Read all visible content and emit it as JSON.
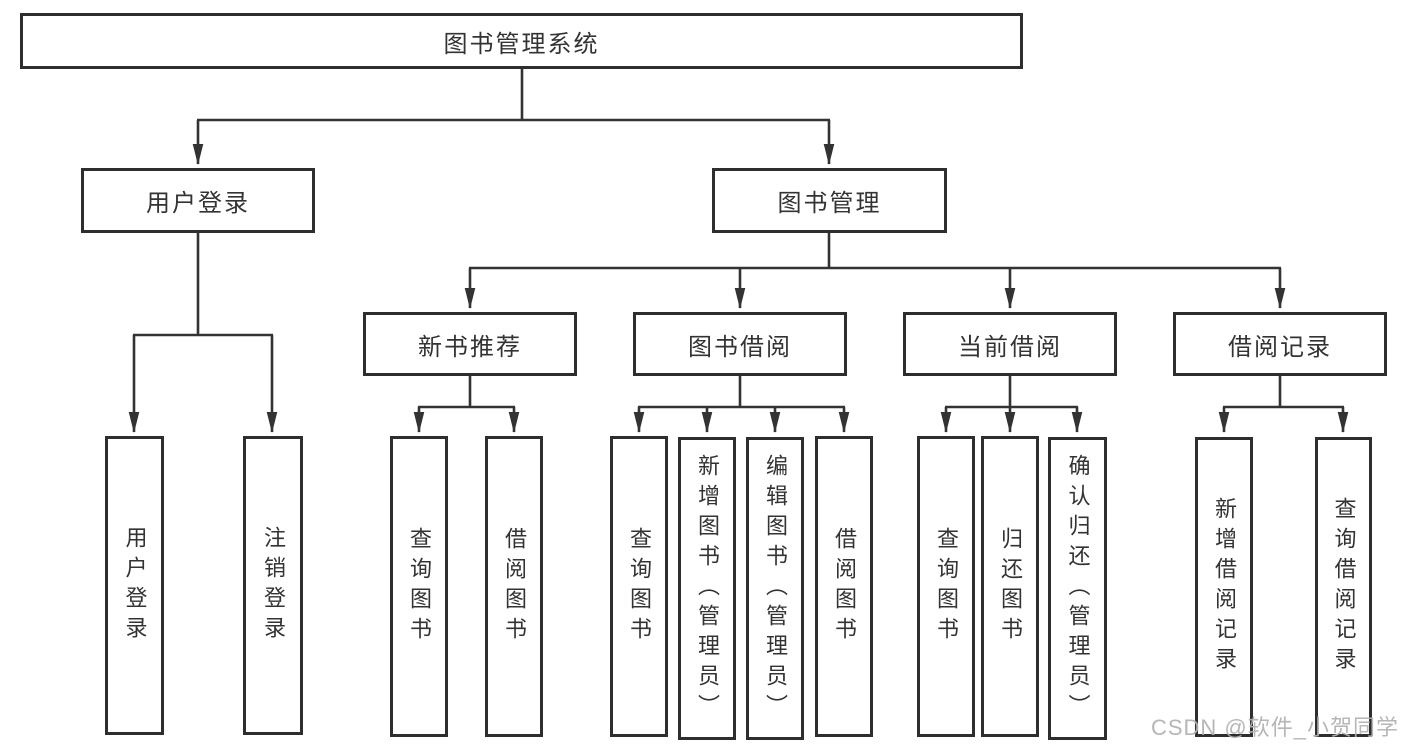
{
  "diagram_title": "图书管理系统",
  "nodes": {
    "root": "图书管理系统",
    "user_login": "用户登录",
    "book_mgmt": "图书管理",
    "user_login_leaf": "用户登录",
    "logout_leaf": "注销登录",
    "new_book_rec": "新书推荐",
    "book_borrow": "图书借阅",
    "current_borrow": "当前借阅",
    "borrow_record": "借阅记录",
    "query_book_rec": "查询图书",
    "borrow_book_rec": "借阅图书",
    "query_book_borrow": "查询图书",
    "add_book_admin": "新增图书（管理员）",
    "edit_book_admin": "编辑图书（管理员）",
    "borrow_book_leaf": "借阅图书",
    "query_book_current": "查询图书",
    "return_book": "归还图书",
    "confirm_return_admin": "确认归还（管理员）",
    "add_borrow_record": "新增借阅记录",
    "query_borrow_record": "查询借阅记录"
  },
  "hierarchy": {
    "图书管理系统": {
      "用户登录": [
        "用户登录",
        "注销登录"
      ],
      "图书管理": {
        "新书推荐": [
          "查询图书",
          "借阅图书"
        ],
        "图书借阅": [
          "查询图书",
          "新增图书（管理员）",
          "编辑图书（管理员）",
          "借阅图书"
        ],
        "当前借阅": [
          "查询图书",
          "归还图书",
          "确认归还（管理员）"
        ],
        "借阅记录": [
          "新增借阅记录",
          "查询借阅记录"
        ]
      }
    }
  },
  "watermark": "CSDN @软件_小贺同学",
  "colors": {
    "line": "#333333",
    "box_border": "#2e2e2e",
    "box_fill": "#ffffff",
    "text": "#333333",
    "watermark": "#b2b2b2",
    "background": "#ffffff"
  }
}
